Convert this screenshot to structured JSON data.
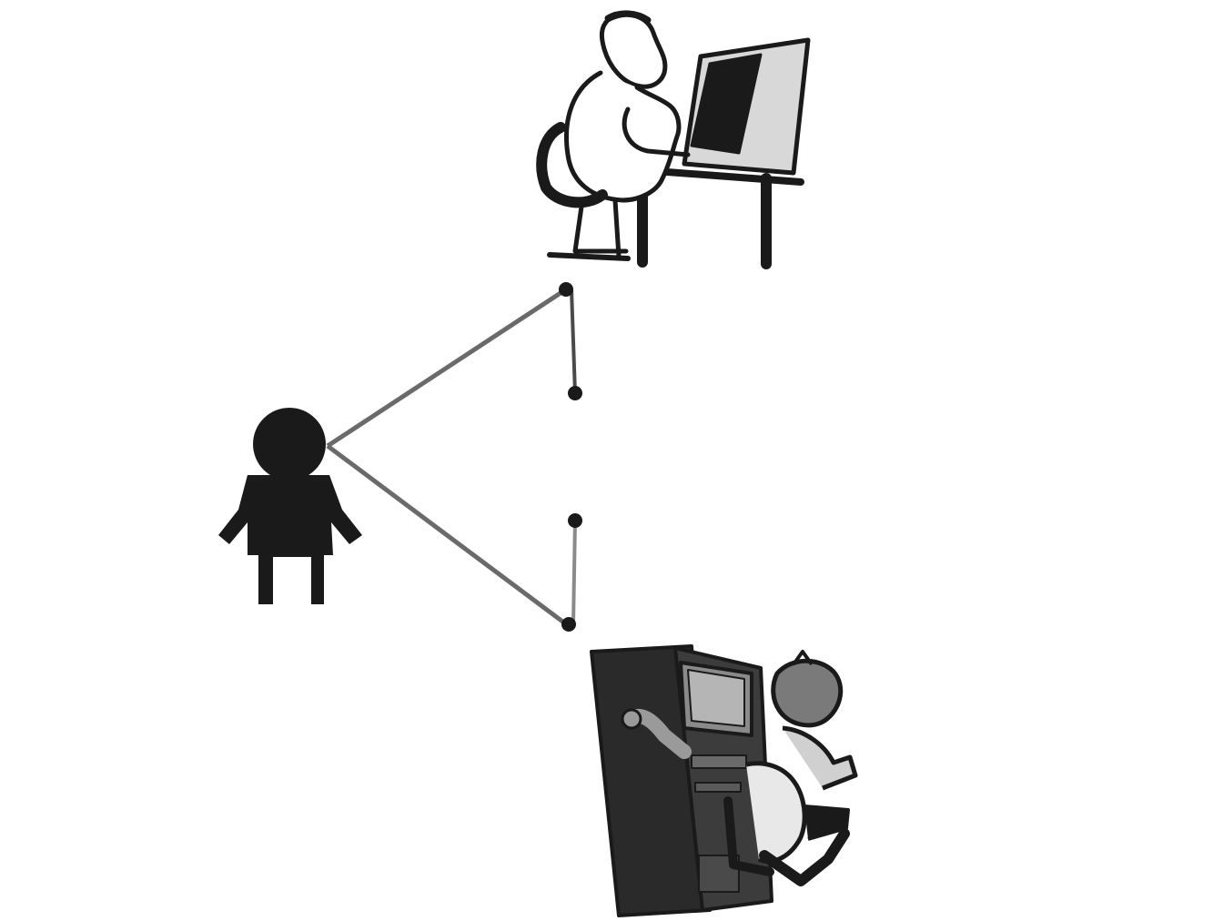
{
  "diagram": {
    "nodes": [
      {
        "id": "interrogator",
        "icon": "person-silhouette-icon"
      },
      {
        "id": "human-at-terminal",
        "icon": "human-at-computer-icon"
      },
      {
        "id": "computer",
        "icon": "computer-machine-icon"
      }
    ],
    "edges": [
      {
        "from": "interrogator",
        "to": "human-at-terminal",
        "style": "line"
      },
      {
        "from": "interrogator",
        "to": "computer",
        "style": "line"
      }
    ],
    "arrows": [
      {
        "direction": "down",
        "style": "dot-ended"
      },
      {
        "direction": "up",
        "style": "dot-ended"
      }
    ],
    "colors": {
      "ink": "#1a1a1a",
      "line": "#6a6a6a",
      "screen_gray": "#d4d4d4",
      "cabinet": "#2a2a2a"
    }
  }
}
